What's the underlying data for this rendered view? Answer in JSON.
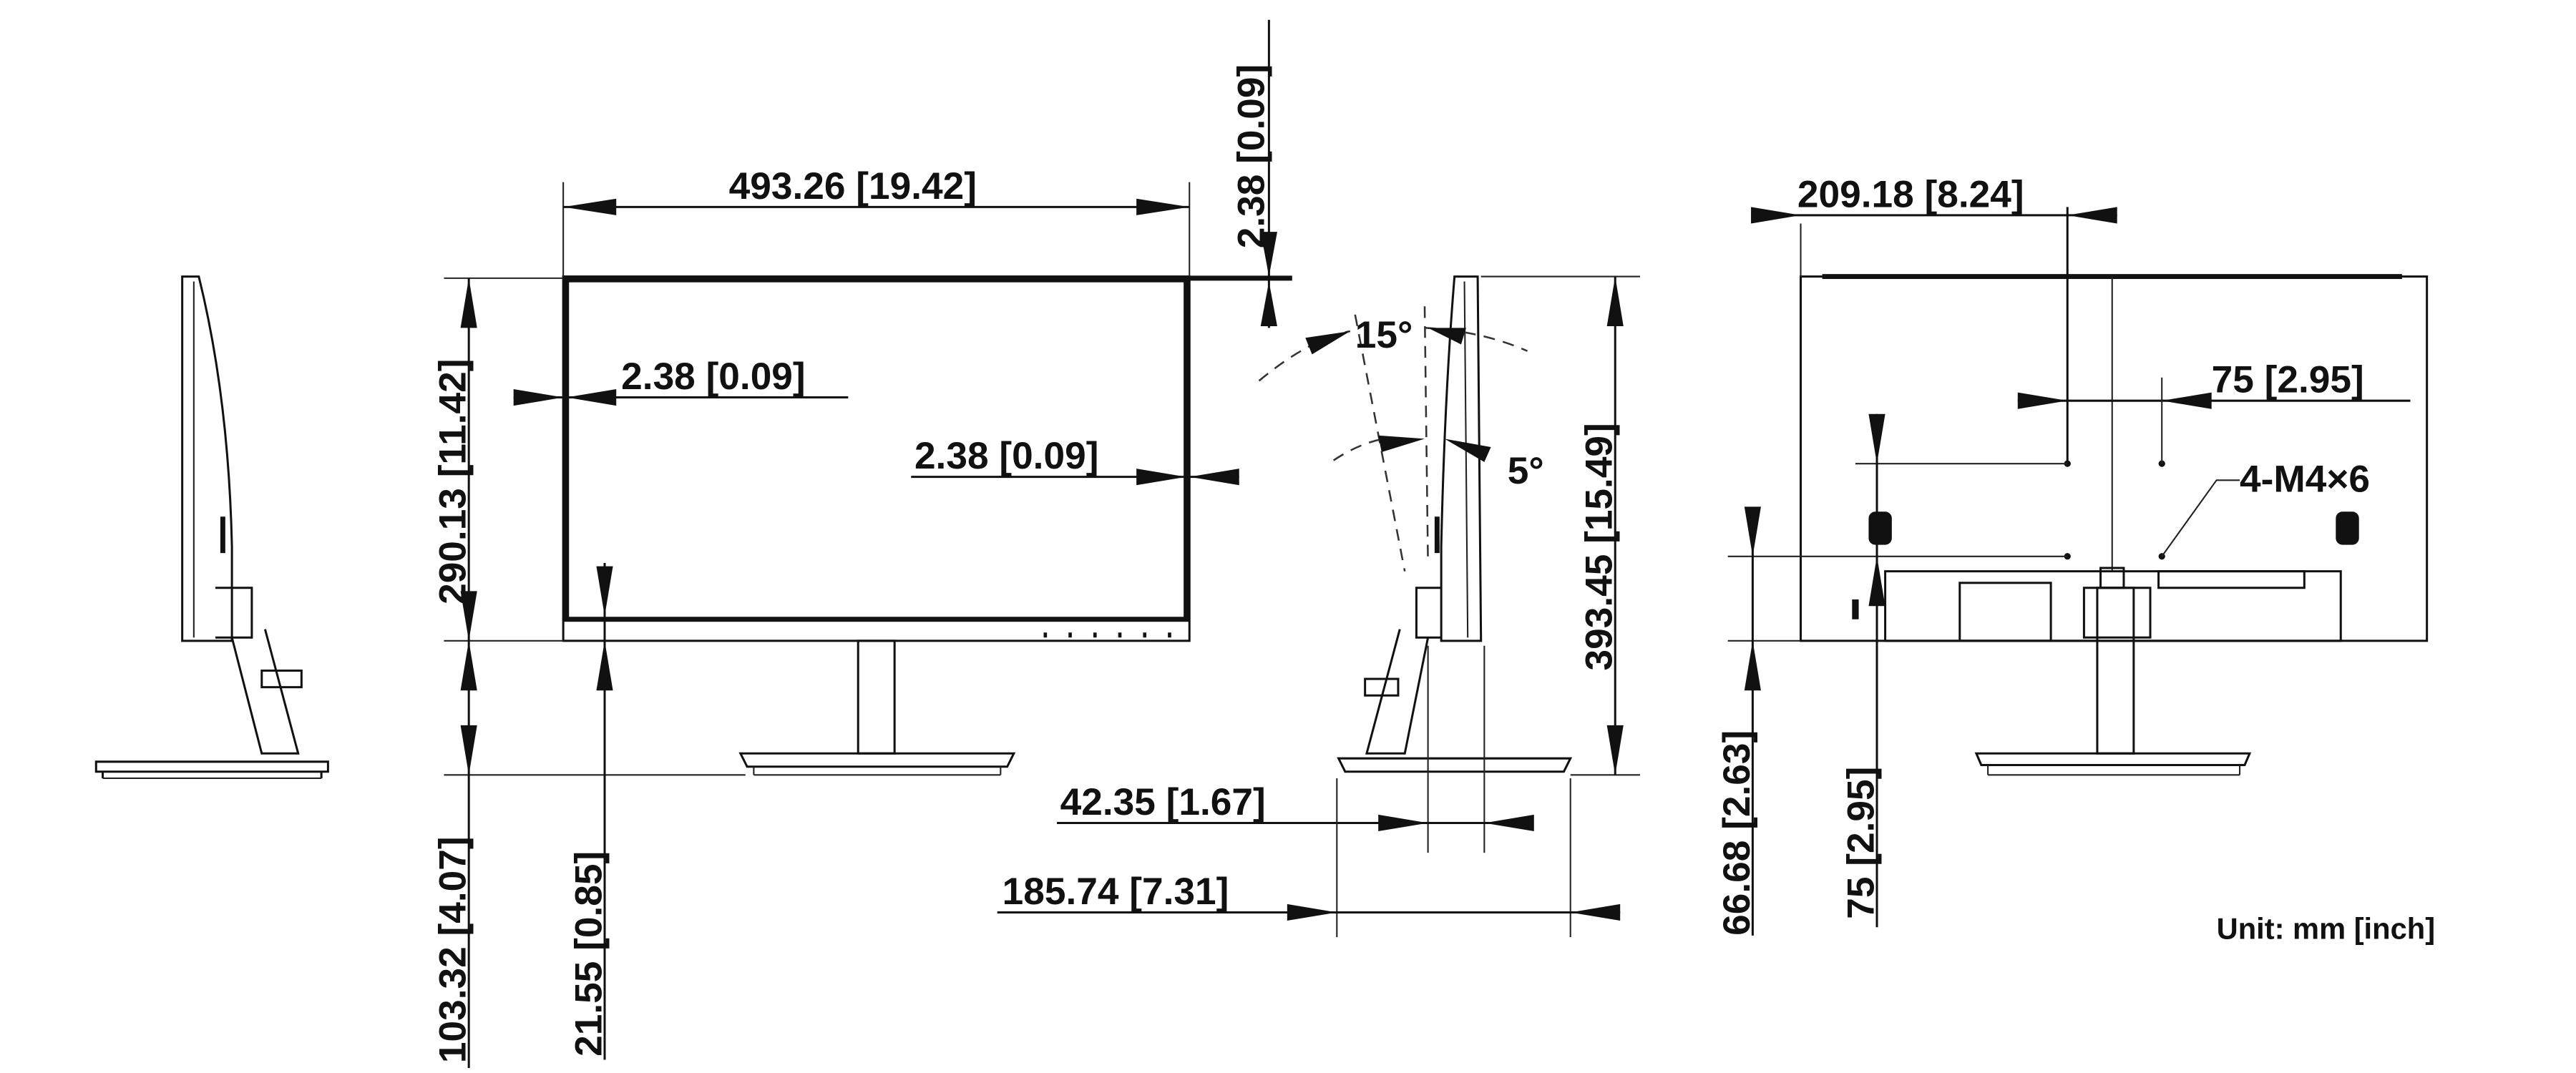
{
  "front_view": {
    "width_label": "493.26  [19.42]",
    "top_bezel_label": "2.38  [0.09]",
    "screen_height_label": "290.13  [11.42]",
    "left_bezel_label": "2.38  [0.09]",
    "right_bezel_label": "2.38  [0.09]",
    "stand_height_label": "103.32  [4.07]",
    "bottom_bezel_label": "21.55  [0.85]"
  },
  "side_view": {
    "tilt_back_label": "15°",
    "tilt_forward_label": "5°",
    "total_height_label": "393.45  [15.49]",
    "depth_label": "42.35  [1.67]",
    "base_depth_label": "185.74  [7.31]"
  },
  "rear_view": {
    "offset_label": "209.18  [8.24]",
    "vesa_h_label": "75  [2.95]",
    "screw_label": "4-M4×6",
    "vesa_bottom_label": "66.68  [2.63]",
    "vesa_v_label": "75  [2.95]"
  },
  "unit_note": "Unit: mm [inch]"
}
